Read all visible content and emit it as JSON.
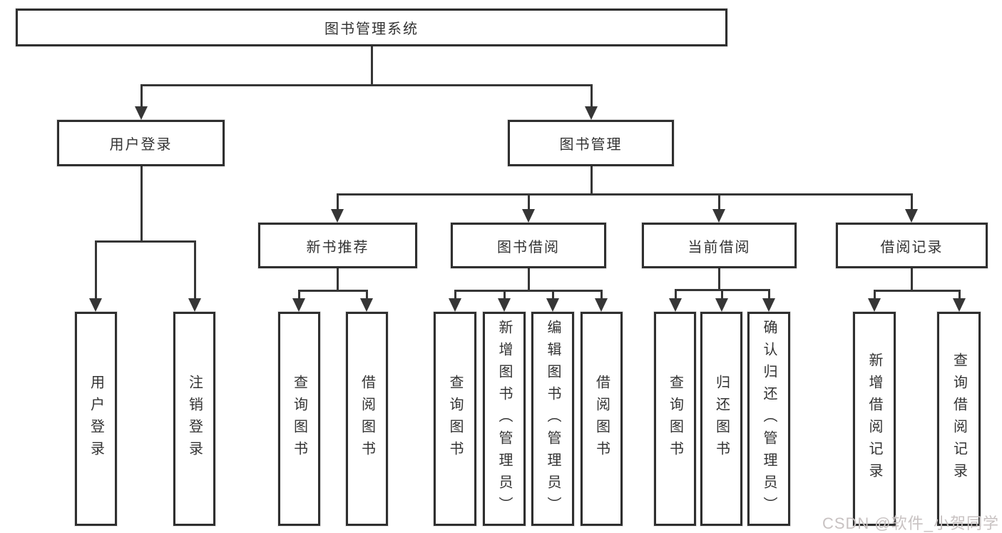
{
  "diagram_type": "hierarchy-tree",
  "tree": {
    "root": "图书管理系统",
    "children": [
      {
        "label": "用户登录",
        "children": [
          "用户登录",
          "注销登录"
        ]
      },
      {
        "label": "图书管理",
        "children": [
          {
            "label": "新书推荐",
            "children": [
              "查询图书",
              "借阅图书"
            ]
          },
          {
            "label": "图书借阅",
            "children": [
              "查询图书",
              "新增图书（管理员）",
              "编辑图书（管理员）",
              "借阅图书"
            ]
          },
          {
            "label": "当前借阅",
            "children": [
              "查询图书",
              "归还图书",
              "确认归还（管理员）"
            ]
          },
          {
            "label": "借阅记录",
            "children": [
              "新增借阅记录",
              "查询借阅记录"
            ]
          }
        ]
      }
    ]
  },
  "watermark": "CSDN @软件_小贺同学",
  "colors": {
    "line": "#363636",
    "box_border": "#2f2f2f",
    "text": "#333333",
    "background": "#ffffff",
    "watermark": "#c8c2c2"
  }
}
